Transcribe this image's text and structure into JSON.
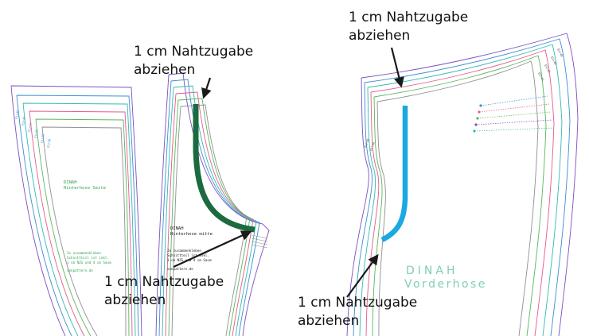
{
  "colors": {
    "back_seam_highlight": "#1b6b3f",
    "front_seam_highlight": "#1aa9e0",
    "arrow": "#1a1a1a",
    "label_green": "#2fa34f",
    "label_teal": "#7fcfb4",
    "size_lines": [
      "#7b4fc4",
      "#3a8fd0",
      "#32b9b2",
      "#e55a8a",
      "#58b85a",
      "#8f8f8f"
    ]
  },
  "callouts": [
    {
      "line1": "1 cm Nahtzugabe",
      "line2": "abziehen"
    },
    {
      "line1": "1 cm Nahtzugabe",
      "line2": "abziehen"
    },
    {
      "line1": "1 cm Nahtzugabe",
      "line2": "abziehen"
    },
    {
      "line1": "1 cm Nahtzugabe",
      "line2": "abziehen"
    }
  ],
  "pieces": {
    "back_side": {
      "title_1": "DINAH",
      "title_2": "Hinterhose Seite",
      "note_1": "2x zusammenkleben",
      "note_2": "Schnittteil ist inkl.",
      "note_3": "1 cm NZG und 4 cm Saum",
      "website": "sonpattern.de"
    },
    "back_middle": {
      "title_1": "DINAH",
      "title_2": "Hinterhose mitte",
      "note_1": "2x zusammenkleben",
      "note_2": "Schnittteil ist inkl.",
      "note_3": "1 cm NZG und 4 cm Saum",
      "website": "sonpattern.de"
    },
    "front": {
      "title_1": "DINAH",
      "title_2": "Vorderhose"
    }
  }
}
